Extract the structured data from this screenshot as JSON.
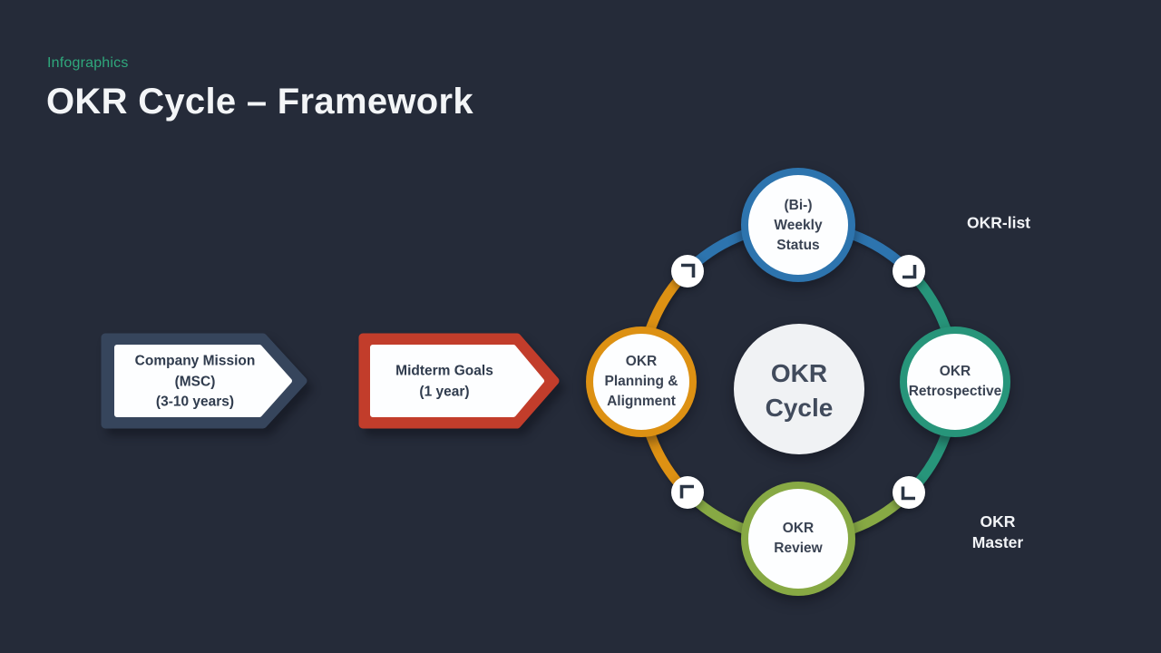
{
  "header": {
    "eyebrow": "Infographics",
    "title": "OKR Cycle – Framework"
  },
  "timeline": {
    "mission": {
      "label": "Company Mission\n(MSC)\n(3-10 years)",
      "border_color": "#36455c"
    },
    "midterm": {
      "label": "Midterm Goals\n(1 year)",
      "border_color": "#c23d2b"
    }
  },
  "cycle": {
    "center_label": "OKR\nCycle",
    "nodes": [
      {
        "id": "bi-weekly-status",
        "label": "(Bi-)\nWeekly\nStatus",
        "color": "#2d74ae",
        "position": "top"
      },
      {
        "id": "okr-retrospective",
        "label": "OKR\nRetrospective",
        "color": "#27957a",
        "position": "right"
      },
      {
        "id": "okr-review",
        "label": "OKR\nReview",
        "color": "#87a944",
        "position": "bottom"
      },
      {
        "id": "okr-planning",
        "label": "OKR\nPlanning &\nAlignment",
        "color": "#dd9113",
        "position": "left"
      }
    ],
    "side_labels": {
      "top_right": "OKR-list",
      "bottom_right": "OKR\nMaster"
    }
  },
  "colors": {
    "background": "#252b39",
    "eyebrow_accent": "#2fa87c",
    "title_text": "#f3f5f7",
    "node_fill": "#fdfeff",
    "center_fill": "#f0f2f4",
    "corner_glyph": "#2b3645",
    "label_text_dark": "#3a4353"
  }
}
